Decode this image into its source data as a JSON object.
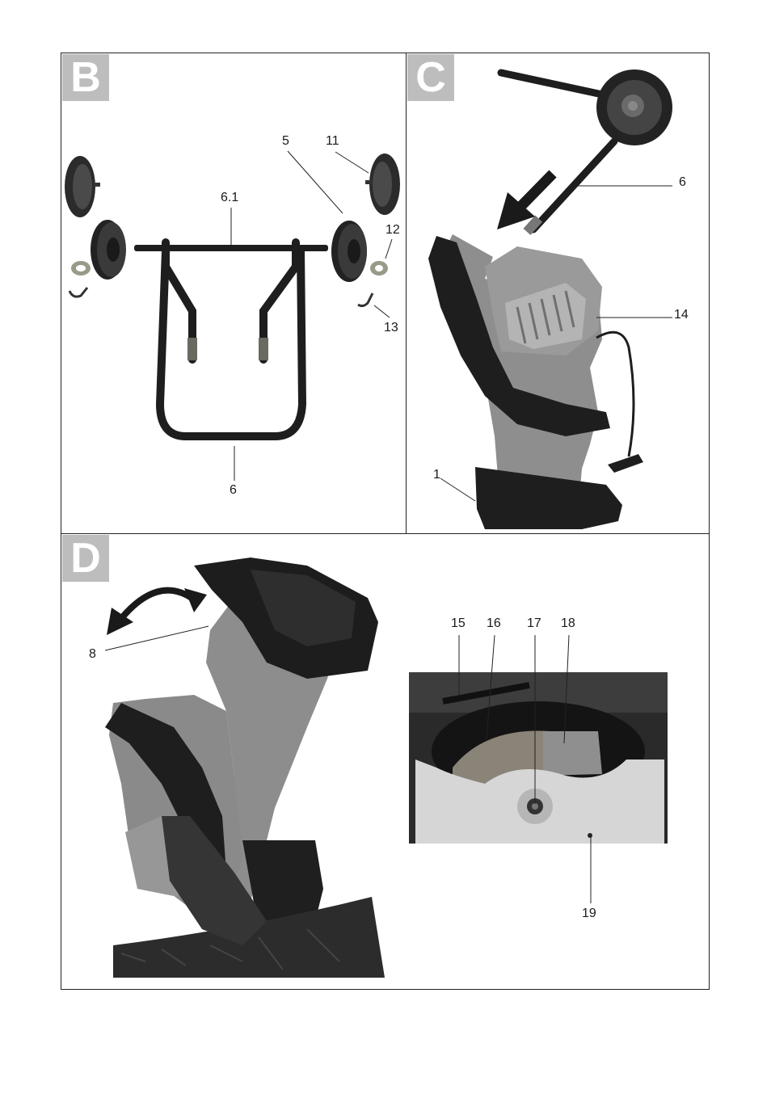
{
  "panels": {
    "b": {
      "letter": "B",
      "callouts": {
        "c5": "5",
        "c11": "11",
        "c61": "6.1",
        "c12": "12",
        "c13": "13",
        "c6": "6"
      }
    },
    "c": {
      "letter": "C",
      "callouts": {
        "c6": "6",
        "c14": "14",
        "c1": "1"
      }
    },
    "d": {
      "letter": "D",
      "callouts": {
        "c8": "8",
        "c15": "15",
        "c16": "16",
        "c17": "17",
        "c18": "18",
        "c19": "19"
      }
    }
  },
  "colors": {
    "badge": "#bdbdbd",
    "frame": "#222222",
    "dark": "#1e1e1e",
    "body_grey": "#8c8c8c"
  }
}
